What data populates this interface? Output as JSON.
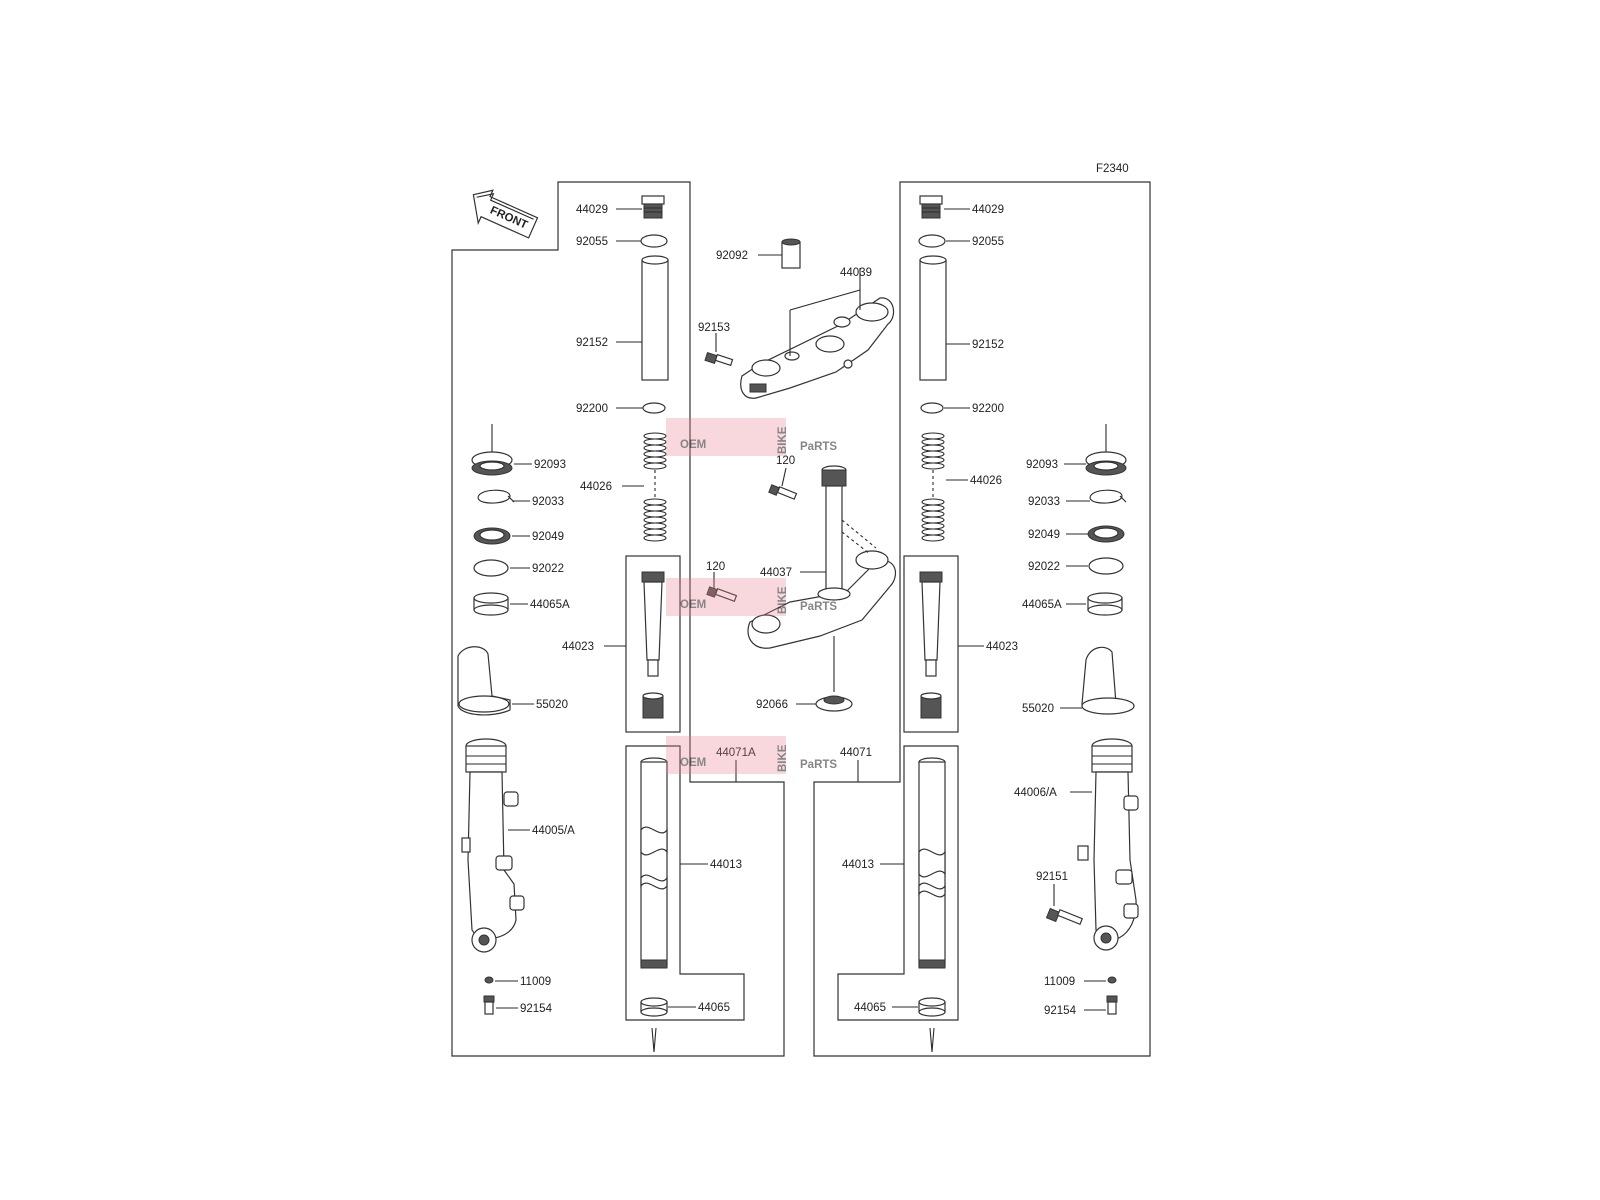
{
  "diagram": {
    "figure_id": "F2340",
    "front_label": "FRONT",
    "watermark": {
      "oem": "OEM",
      "bike": "BIKE",
      "parts": "PaRTS"
    },
    "left_fork": {
      "cap_bolt": "44029",
      "o_ring": "92055",
      "spacer_pipe": "92152",
      "washer": "92200",
      "spring": "44026",
      "dust_seal": "92093",
      "stop_ring": "92033",
      "oil_seal": "92049",
      "washer_2": "92022",
      "bushing": "44065A",
      "cylinder": "44023",
      "guard": "55020",
      "outer_tube": "44005/A",
      "gasket": "11009",
      "bolt": "92154",
      "inner_tube_set": "44071A",
      "inner_tube": "44013",
      "inner_bushing": "44065"
    },
    "right_fork": {
      "cap_bolt": "44029",
      "o_ring": "92055",
      "spacer_pipe": "92152",
      "washer": "92200",
      "spring": "44026",
      "dust_seal": "92093",
      "stop_ring": "92033",
      "oil_seal": "92049",
      "washer_2": "92022",
      "bushing": "44065A",
      "cylinder": "44023",
      "guard": "55020",
      "outer_tube": "44006/A",
      "bolt_axle": "92151",
      "gasket": "11009",
      "bolt": "92154",
      "inner_tube_set": "44071",
      "inner_tube": "44013",
      "inner_bushing": "44065"
    },
    "center": {
      "collar": "92092",
      "upper_bracket": "44039",
      "upper_bolt": "92153",
      "stem_bolt": "120",
      "stem_head": "44037",
      "clamp_bolt": "120",
      "stem_nut": "92066"
    }
  }
}
